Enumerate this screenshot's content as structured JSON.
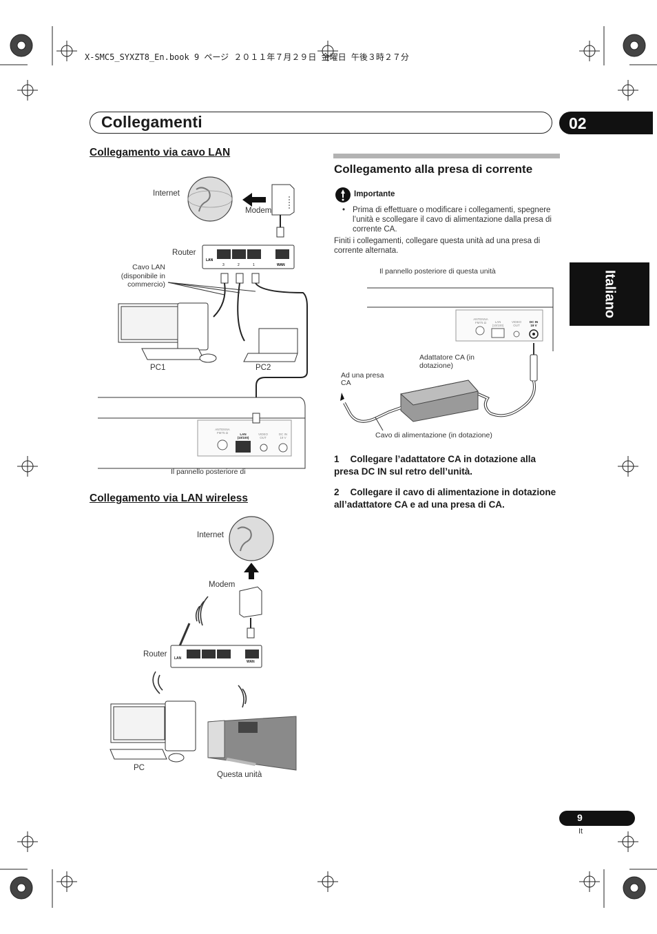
{
  "print_header": "X-SMC5_SYXZT8_En.book  9 ページ  ２０１１年７月２９日  金曜日  午後３時２７分",
  "header": {
    "title": "Collegamenti",
    "chapter": "02"
  },
  "side_tab": {
    "language": "Italiano"
  },
  "left": {
    "lan_cable": {
      "heading": "Collegamento via cavo LAN",
      "labels": {
        "internet": "Internet",
        "modem": "Modem",
        "router": "Router",
        "cable": "Cavo LAN\n(disponibile in\ncommercio)",
        "pc1": "PC1",
        "pc2": "PC2",
        "rear": "Il pannello posteriore di"
      },
      "router_ports": {
        "lan": "LAN",
        "wan": "WAN",
        "p3": "3",
        "p2": "2",
        "p1": "1"
      },
      "panel_labels": {
        "antenna": "ANTENNA\nFM75 Ω",
        "lan": "LAN\n(10/100)",
        "video": "VIDEO\nOUT",
        "dcin": "DC IN\n19 V"
      }
    },
    "wireless": {
      "heading": "Collegamento via LAN wireless",
      "labels": {
        "internet": "Internet",
        "modem": "Modem",
        "router": "Router",
        "pc": "PC",
        "unit": "Questa unità"
      }
    }
  },
  "right": {
    "power": {
      "heading": "Collegamento alla presa di corrente",
      "important_label": "Importante",
      "bullet": "Prima di effettuare o modificare i collegamenti, spegnere l’unità e scollegare il cavo di alimentazione dalla presa di corrente CA.",
      "paragraph": "Finiti i collegamenti, collegare questa unità ad una presa di corrente alternata.",
      "fig_labels": {
        "rear": "Il pannello posteriore di questa unità",
        "adapter": "Adattatore CA (in\ndotazione)",
        "outlet": "Ad una presa\nCA",
        "cord": "Cavo di alimentazione (in dotazione)"
      }
    },
    "steps": [
      {
        "num": "1",
        "text": "Collegare l’adattatore CA in dotazione alla presa DC IN sul retro dell’unità."
      },
      {
        "num": "2",
        "text": "Collegare il cavo di alimentazione in dotazione all’adattatore CA e ad una presa di CA."
      }
    ]
  },
  "footer": {
    "page": "9",
    "lang": "It"
  }
}
